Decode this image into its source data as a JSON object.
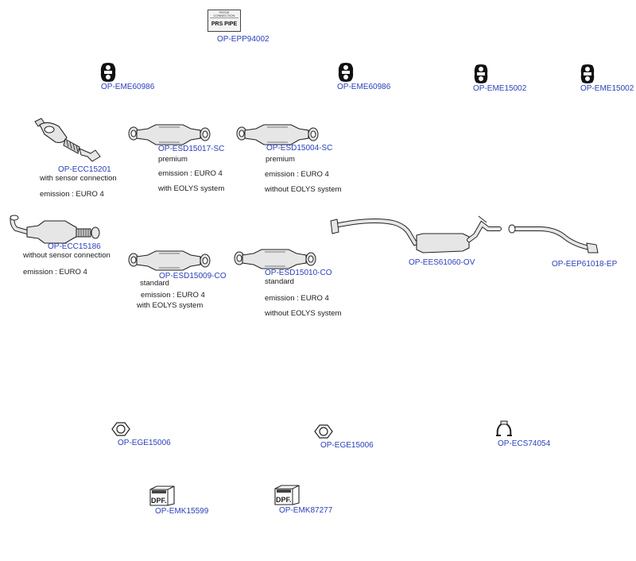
{
  "prs": {
    "top_text": "PIESIS CONNECTION",
    "label": "PRS PIPE",
    "code": "OP-EPP94002"
  },
  "mounts": [
    {
      "code": "OP-EME60986"
    },
    {
      "code": "OP-EME60986"
    },
    {
      "code": "OP-EME15002"
    },
    {
      "code": "OP-EME15002"
    }
  ],
  "cats": {
    "ecc15201": {
      "code": "OP-ECC15201",
      "line1": "with sensor connection",
      "line2": "emission : EURO 4"
    },
    "esd15017": {
      "code": "OP-ESD15017-SC",
      "line1": "premium",
      "line2": "emission : EURO 4",
      "line3": "with EOLYS system"
    },
    "esd15004": {
      "code": "OP-ESD15004-SC",
      "line1": "premium",
      "line2": "emission : EURO 4",
      "line3": "without EOLYS system"
    },
    "ecc15186": {
      "code": "OP-ECC15186",
      "line1": "without sensor connection",
      "line2": "emission : EURO 4"
    },
    "esd15009": {
      "code": "OP-ESD15009-CO",
      "line1": "standard",
      "line2": "emission : EURO 4",
      "line3": "with EOLYS system"
    },
    "esd15010": {
      "code": "OP-ESD15010-CO",
      "line1": "standard",
      "line2": "emission : EURO 4",
      "line3": "without EOLYS system"
    }
  },
  "silencer": {
    "code": "OP-EES61060-OV"
  },
  "endpipe": {
    "code": "OP-EEP61018-EP"
  },
  "gaskets": [
    {
      "code": "OP-EGE15006"
    },
    {
      "code": "OP-EGE15006"
    }
  ],
  "clamp": {
    "code": "OP-ECS74054"
  },
  "dpf_kits": [
    {
      "label": "DPF.",
      "code": "OP-EMK15599"
    },
    {
      "label": "DPF.",
      "code": "OP-EMK87277"
    }
  ],
  "colors": {
    "code_text": "#2a3fb8",
    "outline": "#222222",
    "fill": "#e8e8e8"
  }
}
